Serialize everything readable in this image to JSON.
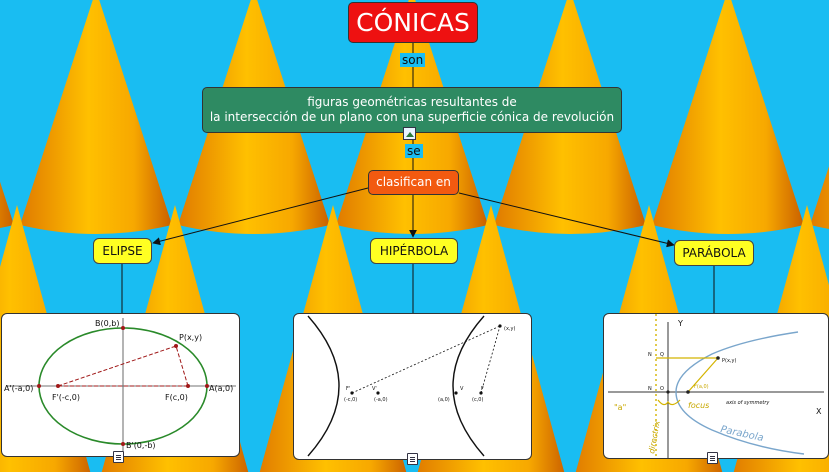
{
  "title": "CÓNICAS",
  "links": {
    "son": "son",
    "se": "se"
  },
  "definition": {
    "line1": "figuras geométricas resultantes de",
    "line2": "la intersección de un plano con una superficie cónica de revolución"
  },
  "classify": "clasifican en",
  "types": [
    "ELIPSE",
    "HIPÉRBOLA",
    "PARÁBOLA"
  ],
  "colors": {
    "background": "#19bdf2",
    "cone": "#f5a800",
    "title_box": "#ee1111",
    "definition_box": "#2e8a62",
    "classify_box": "#f25a10",
    "concept_box": "#ffff22"
  },
  "ellipse_labels": {
    "top": "B(0,b)",
    "bottom": "B'(0,-b)",
    "left": "A'(-a,0)",
    "right": "A(a,0)",
    "focus_left": "F'(-c,0)",
    "focus_right": "F(c,0)",
    "point": "P(x,y)"
  },
  "hyperbola_labels": {
    "point": "(x,y)",
    "focus_left": "F'",
    "vertex_left": "V'",
    "focus_right": "F",
    "vertex_right": "V",
    "fl_coord": "(-c,0)",
    "vl_coord": "(-a,0)",
    "vr_coord": "(a,0)",
    "fr_coord": "(c,0)"
  },
  "parabola_labels": {
    "y_axis": "Y",
    "x_axis": "X",
    "n_top": "N",
    "q": "Q",
    "n_bottom": "N",
    "o": "O",
    "point": "P(x,y)",
    "focus_point": "F(a,0)",
    "a_label": "\"a\"",
    "focus": "focus",
    "axis_of_symmetry": "axis of symmetry",
    "directrix": "directrix",
    "curve_name": "Parabola"
  }
}
